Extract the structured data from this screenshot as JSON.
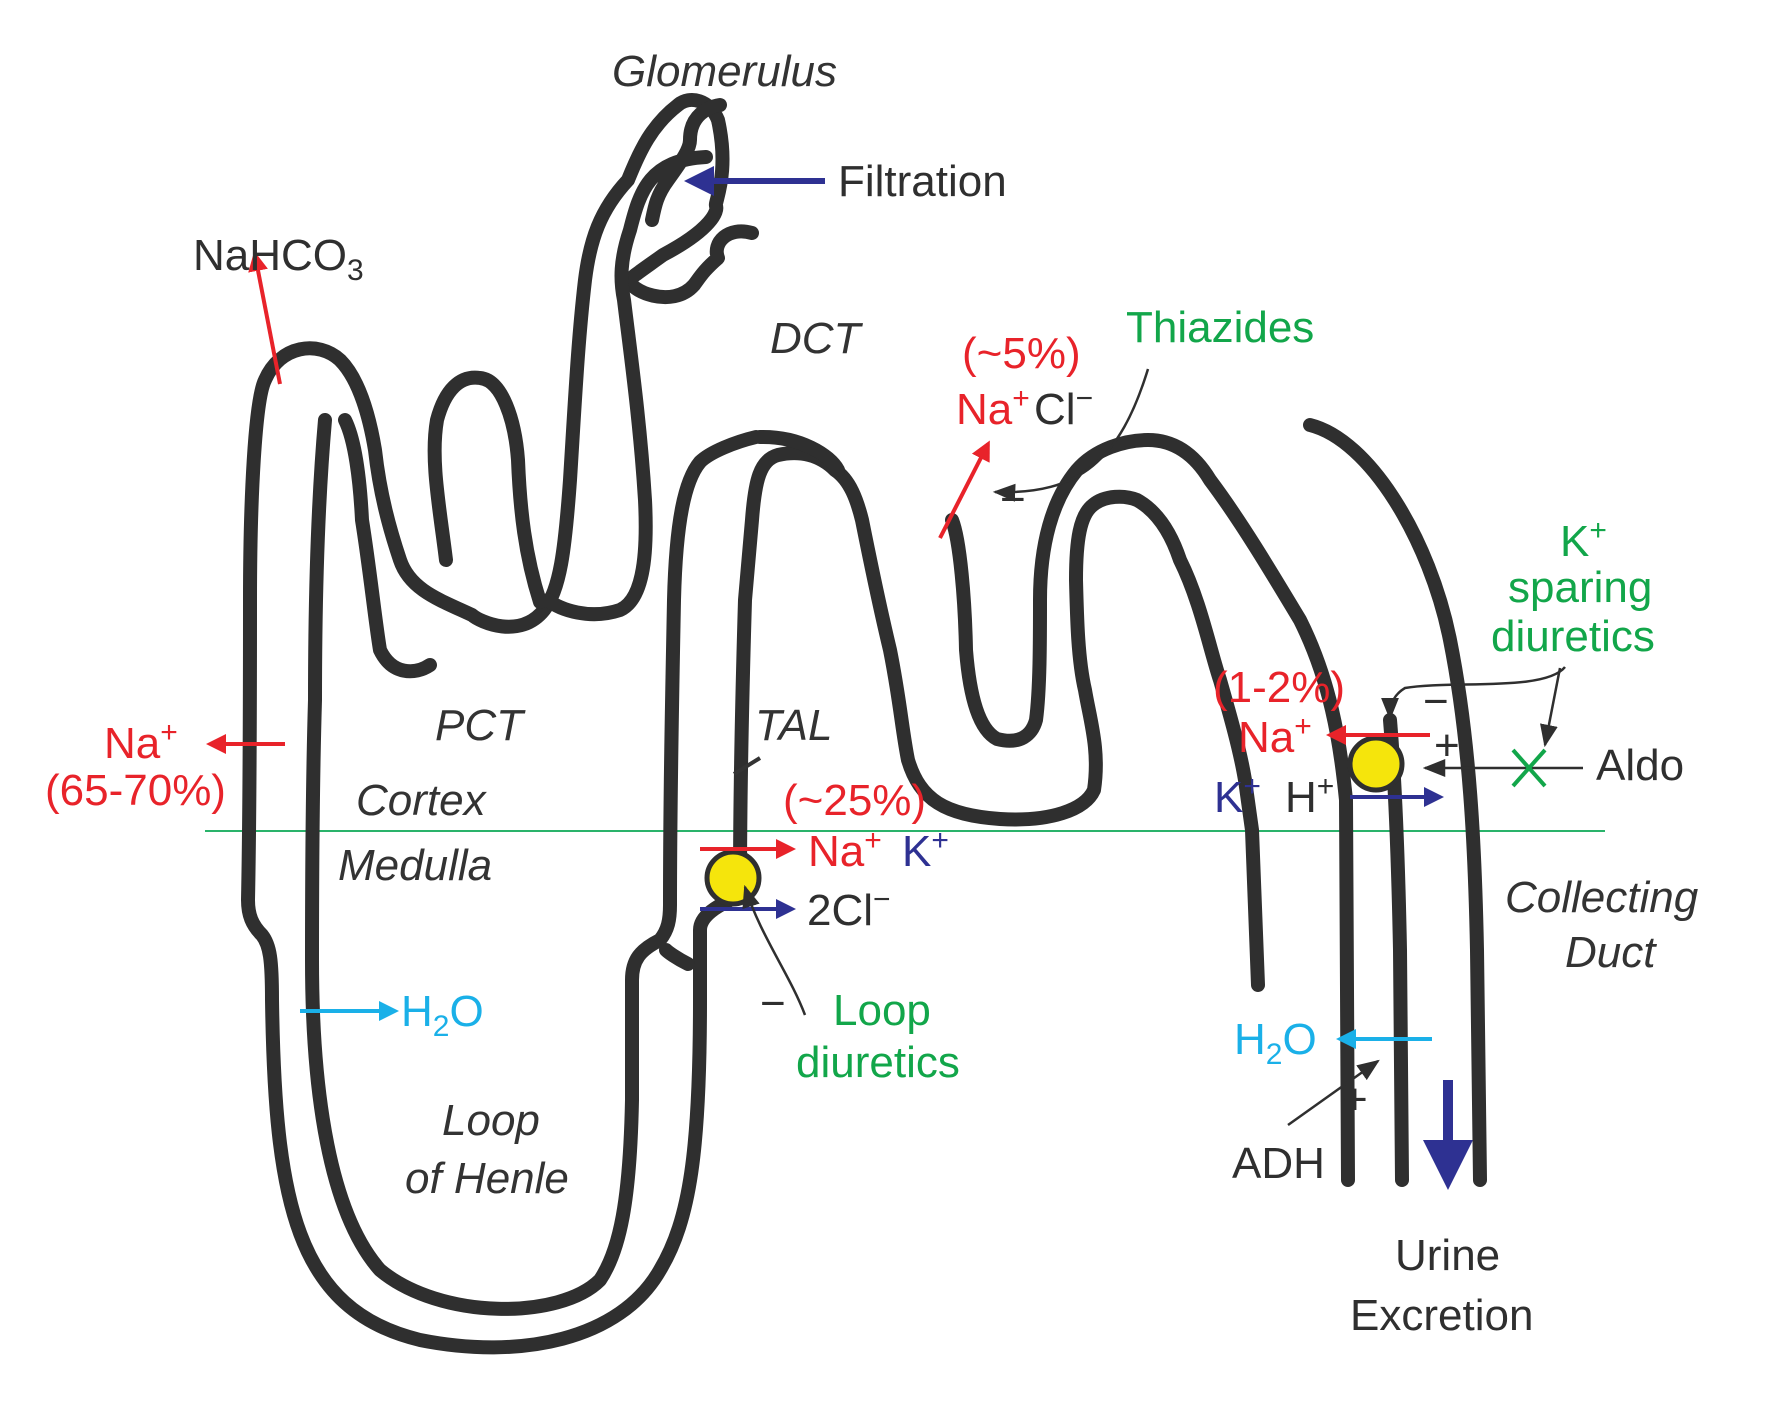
{
  "colors": {
    "tube": "#2f2f2f",
    "sodium": "#e8232a",
    "drug": "#12a64a",
    "water": "#1ab0e8",
    "ion": "#2e3192",
    "transporter": "#f5e50c",
    "boundary": "#2ab36b"
  },
  "segments": {
    "glomerulus": "Glomerulus",
    "pct": "PCT",
    "dct": "DCT",
    "tal": "TAL",
    "loop_line1": "Loop",
    "loop_line2": "of Henle",
    "collecting_line1": "Collecting",
    "collecting_line2": "Duct"
  },
  "zones": {
    "cortex": "Cortex",
    "medulla": "Medulla"
  },
  "filtration": "Filtration",
  "pct_reabsorption": {
    "nahco3_base": "NaHCO",
    "nahco3_sub": "3",
    "na": "Na",
    "na_sup": "+",
    "percent": "(65-70%)"
  },
  "loop_water": {
    "h": "H",
    "sub": "2",
    "o": "O"
  },
  "tal_transport": {
    "percent": "(~25%)",
    "na": "Na",
    "na_sup": "+",
    "k": "K",
    "k_sup": "+",
    "cl": "2Cl",
    "cl_sup": "−"
  },
  "loop_diuretics": {
    "sign": "−",
    "line1": "Loop",
    "line2": "diuretics"
  },
  "dct_transport": {
    "percent": "(~5%)",
    "na": "Na",
    "na_sup": "+",
    "cl": "Cl",
    "cl_sup": "−",
    "sign": "−"
  },
  "thiazides": "Thiazides",
  "collecting_transport": {
    "percent": "(1-2%)",
    "na": "Na",
    "na_sup": "+",
    "k": "K",
    "k_sup": "+",
    "h": "H",
    "h_sup": "+",
    "aldo": "Aldo",
    "plus_aldo": "+",
    "minus_sparing": "−",
    "block_mark": "X"
  },
  "k_sparing": {
    "k": "K",
    "k_sup": "+",
    "line2": "sparing",
    "line3": "diuretics"
  },
  "collecting_water": {
    "h": "H",
    "sub": "2",
    "o": "O",
    "adh": "ADH",
    "plus": "+"
  },
  "urine": {
    "line1": "Urine",
    "line2": "Excretion"
  }
}
